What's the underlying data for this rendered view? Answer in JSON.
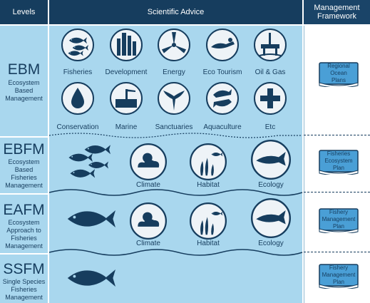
{
  "header": {
    "levels": "Levels",
    "scientific_advice": "Scientific Advice",
    "management_line1": "Management",
    "management_line2": "Framework"
  },
  "levels": {
    "ebm": {
      "abbr": "EBM",
      "l1": "Ecosystem",
      "l2": "Based",
      "l3": "Management"
    },
    "ebfm": {
      "abbr": "EBFM",
      "l1": "Ecosystem",
      "l2": "Based",
      "l3": "Fisheries",
      "l4": "Management"
    },
    "eafm": {
      "abbr": "EAFM",
      "l1": "Ecosystem",
      "l2": "Approach to",
      "l3": "Fisheries",
      "l4": "Management"
    },
    "ssfm": {
      "abbr": "SSFM",
      "l1": "Single Species",
      "l2": "Fisheries",
      "l3": "Management"
    }
  },
  "ebm_icons": {
    "fisheries": "Fisheries",
    "development": "Development",
    "energy": "Energy",
    "eco_tourism": "Eco Tourism",
    "oil_gas": "Oil & Gas",
    "conservation": "Conservation",
    "marine": "Marine",
    "sanctuaries": "Sanctuaries",
    "aquaculture": "Aquaculture",
    "etc": "Etc"
  },
  "ebfm_icons": {
    "climate": "Climate",
    "habitat": "Habitat",
    "ecology": "Ecology"
  },
  "eafm_icons": {
    "climate": "Climate",
    "habitat": "Habitat",
    "ecology": "Ecology"
  },
  "plans": {
    "ebm": {
      "l1": "Regional",
      "l2": "Ocean",
      "l3": "Plans"
    },
    "ebfm": {
      "l1": "Fisheries",
      "l2": "Ecosystem",
      "l3": "Plan"
    },
    "eafm": {
      "l1": "Fishery",
      "l2": "Management",
      "l3": "Plan"
    },
    "ssfm": {
      "l1": "Fishery",
      "l2": "Management",
      "l3": "Plan"
    }
  },
  "colors": {
    "navy": "#163d5e",
    "panel": "#a9d7ee",
    "icon_bg": "#eef3f7",
    "book": "#4a9fd6"
  }
}
